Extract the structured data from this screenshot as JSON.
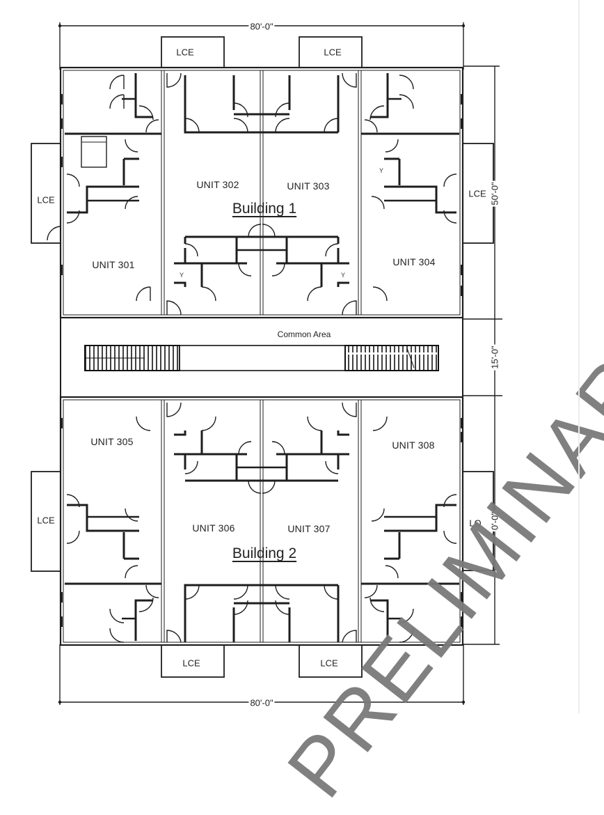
{
  "plan": {
    "dimensions": {
      "top_width": "80'-0\"",
      "bottom_width": "80'-0\"",
      "building_depth": "50'-0\"",
      "common_depth": "15'-0\""
    },
    "common_area": {
      "label": "Common Area"
    },
    "buildings": [
      {
        "label": "Building 1",
        "units": [
          {
            "label": "UNIT 301"
          },
          {
            "label": "UNIT 302"
          },
          {
            "label": "UNIT 303"
          },
          {
            "label": "UNIT 304"
          }
        ],
        "lce": [
          "LCE",
          "LCE",
          "LCE",
          "LCE"
        ]
      },
      {
        "label": "Building 2",
        "units": [
          {
            "label": "UNIT 305"
          },
          {
            "label": "UNIT 306"
          },
          {
            "label": "UNIT 307"
          },
          {
            "label": "UNIT 308"
          }
        ],
        "lce": [
          "LCE",
          "LCE",
          "LCE",
          "LO"
        ]
      }
    ],
    "partial_dim_b2": "0'-0\"",
    "watermark": "PRELIMINARY"
  },
  "colors": {
    "line": "#1e1e1e",
    "watermark": "#7a7a7a",
    "background": "#ffffff"
  }
}
